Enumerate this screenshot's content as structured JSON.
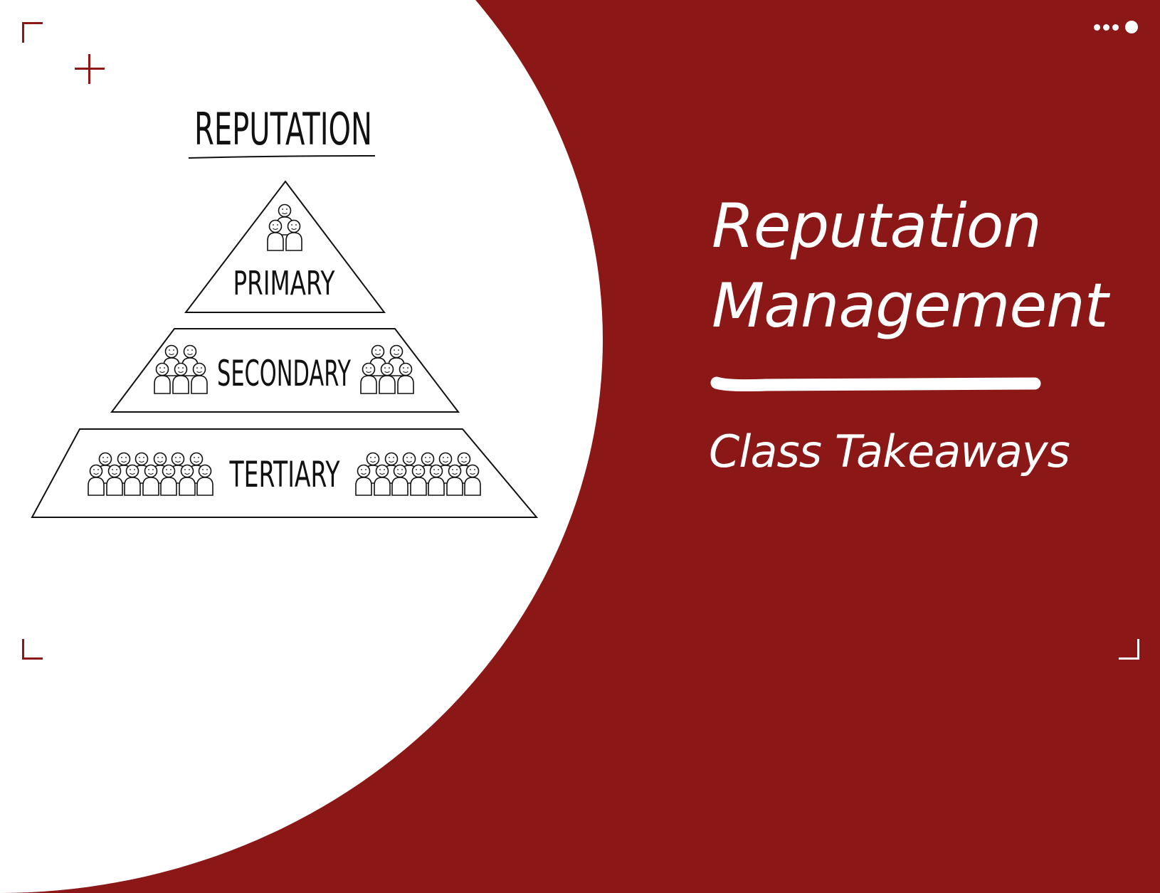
{
  "slide": {
    "title_line1": "Reputation",
    "title_line2": "Management",
    "subtitle": "Class Takeaways",
    "colors": {
      "brand_red": "#8b1717",
      "white": "#ffffff",
      "ink": "#111111"
    }
  },
  "diagram": {
    "heading": "REPUTATION",
    "tiers": [
      {
        "label": "PRIMARY",
        "people_groups": 1,
        "people_per_group": 3
      },
      {
        "label": "SECONDARY",
        "people_groups": 2,
        "people_per_group": 5
      },
      {
        "label": "TERTIARY",
        "people_groups": 2,
        "people_per_group": 13
      }
    ]
  },
  "decor": {
    "corner_marks": [
      "top-left",
      "bottom-left",
      "bottom-right"
    ],
    "plus_mark": "plus-icon",
    "page_indicator": {
      "small_dots": 3,
      "active_dot": 1
    }
  }
}
